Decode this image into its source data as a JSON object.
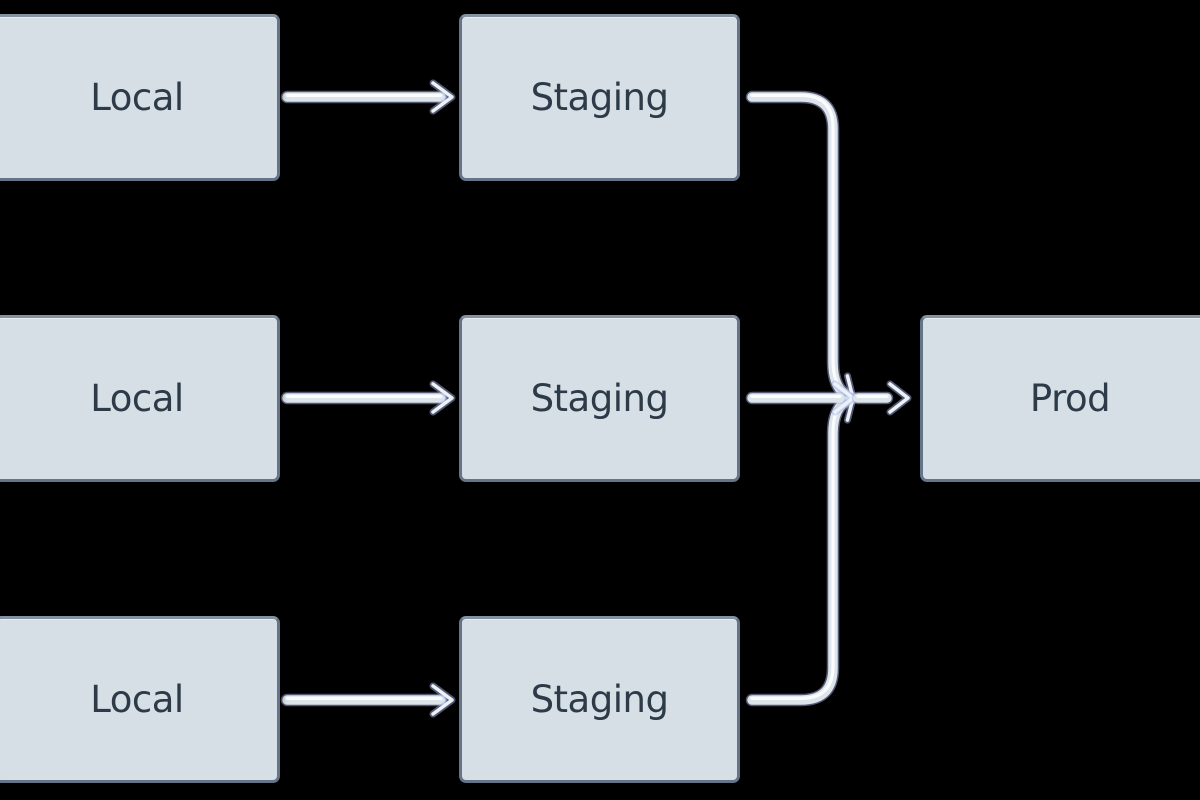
{
  "diagram": {
    "name": "deployment-pipeline-flow",
    "background_color": "#000000",
    "nodes": [
      {
        "id": "local-top",
        "label": "Local"
      },
      {
        "id": "staging-top",
        "label": "Staging"
      },
      {
        "id": "local-middle",
        "label": "Local"
      },
      {
        "id": "staging-middle",
        "label": "Staging"
      },
      {
        "id": "prod",
        "label": "Prod"
      },
      {
        "id": "local-bottom",
        "label": "Local"
      },
      {
        "id": "staging-bottom",
        "label": "Staging"
      }
    ],
    "edges": [
      {
        "from": "local-top",
        "to": "staging-top",
        "arrow": true
      },
      {
        "from": "local-middle",
        "to": "staging-middle",
        "arrow": true
      },
      {
        "from": "local-bottom",
        "to": "staging-bottom",
        "arrow": true
      },
      {
        "from": "staging-top",
        "to": "merge-junction",
        "arrow": true
      },
      {
        "from": "staging-middle",
        "to": "merge-junction",
        "arrow": true
      },
      {
        "from": "staging-bottom",
        "to": "merge-junction",
        "arrow": true
      },
      {
        "from": "merge-junction",
        "to": "prod",
        "arrow": true
      }
    ],
    "colors": {
      "node_fill": "#d6dfe6",
      "node_border": "#66748a",
      "node_text": "#2d3a48",
      "arrow_body": "#dde4ea",
      "arrow_highlight": "#fafcfe",
      "arrow_accent": "#a6b1e6"
    }
  }
}
